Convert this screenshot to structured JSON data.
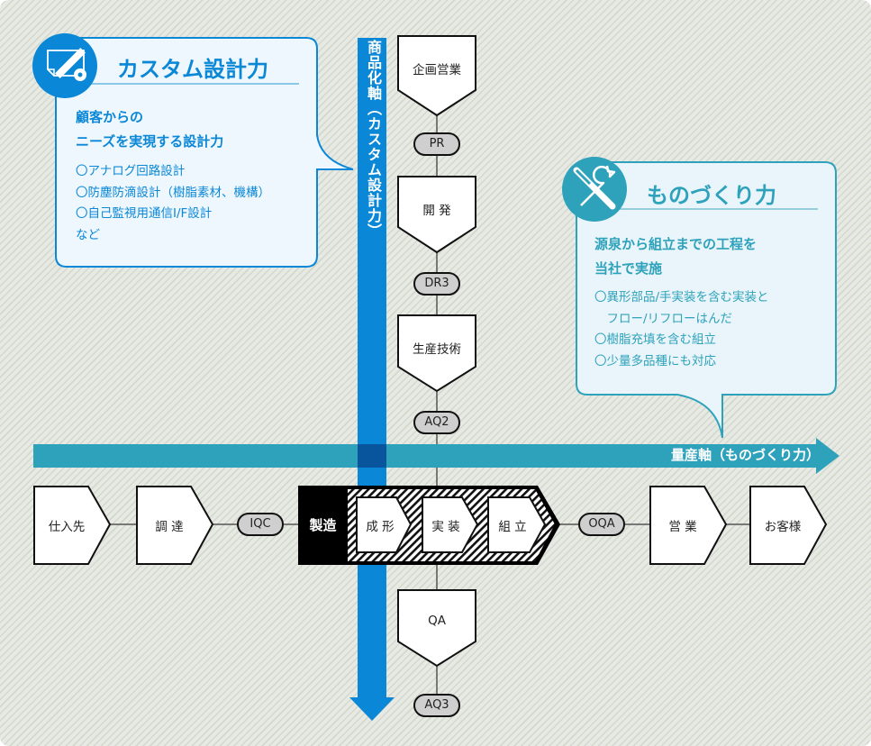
{
  "colors": {
    "custom_blue": "#0a87d6",
    "mono_teal": "#2fa2bb",
    "axis_overlap": "#08559e",
    "custom_bubble_bg": "#eef7fd",
    "mono_bubble_bg": "#e9f5fa",
    "badge_fill": "#cfcfcf"
  },
  "custom_design": {
    "icon": "ruler-document-gear-icon",
    "title": "カスタム設計力",
    "subtitle_lines": [
      "顧客からの",
      "ニーズを実現する設計力"
    ],
    "items": [
      "〇アナログ回路設計",
      "〇防塵防滴設計（樹脂素材、機構）",
      "〇自己監視用通信I/F設計",
      "など"
    ]
  },
  "monozukuri": {
    "icon": "screwdriver-wrench-icon",
    "title": "ものづくり力",
    "subtitle_lines": [
      "源泉から組立までの工程を",
      "当社で実施"
    ],
    "items": [
      "〇異形部品/手実装を含む実装と",
      "　フロー/リフローはんだ",
      "〇樹脂充填を含む組立",
      "〇少量多品種にも対応"
    ]
  },
  "axes": {
    "vertical_label": "商品化軸（カスタム設計力）",
    "horizontal_label": "量産軸（ものづくり力）"
  },
  "vertical_flow": {
    "nodes": [
      "企画営業",
      "開 発",
      "生産技術"
    ],
    "badges": [
      "PR",
      "DR3",
      "AQ2"
    ],
    "bottom_node": "QA",
    "bottom_badge": "AQ3"
  },
  "horizontal_flow": {
    "nodes_left": [
      "仕入先",
      "調 達"
    ],
    "badge_left": "IQC",
    "manufacturing_label": "製造",
    "manufacturing_steps": [
      "成 形",
      "実 装",
      "組 立"
    ],
    "badge_right": "OQA",
    "nodes_right": [
      "営 業",
      "お客様"
    ]
  }
}
